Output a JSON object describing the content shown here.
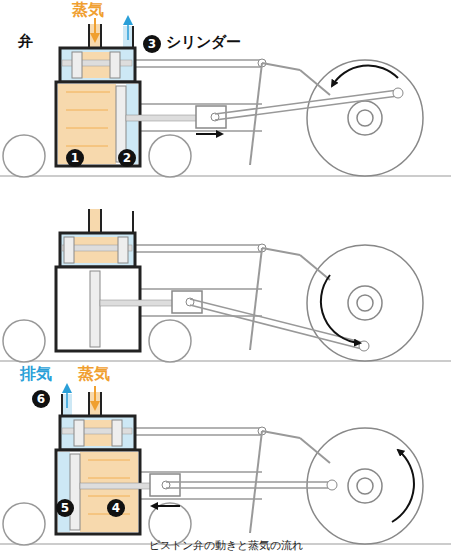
{
  "diagram": {
    "caption": "ピストン弁の動きと蒸気の流れ",
    "labels": [
      "蒸気",
      "弁",
      "3",
      "シリンダー",
      "1",
      "2",
      "排気",
      "蒸気",
      "6",
      "5",
      "4"
    ]
  }
}
